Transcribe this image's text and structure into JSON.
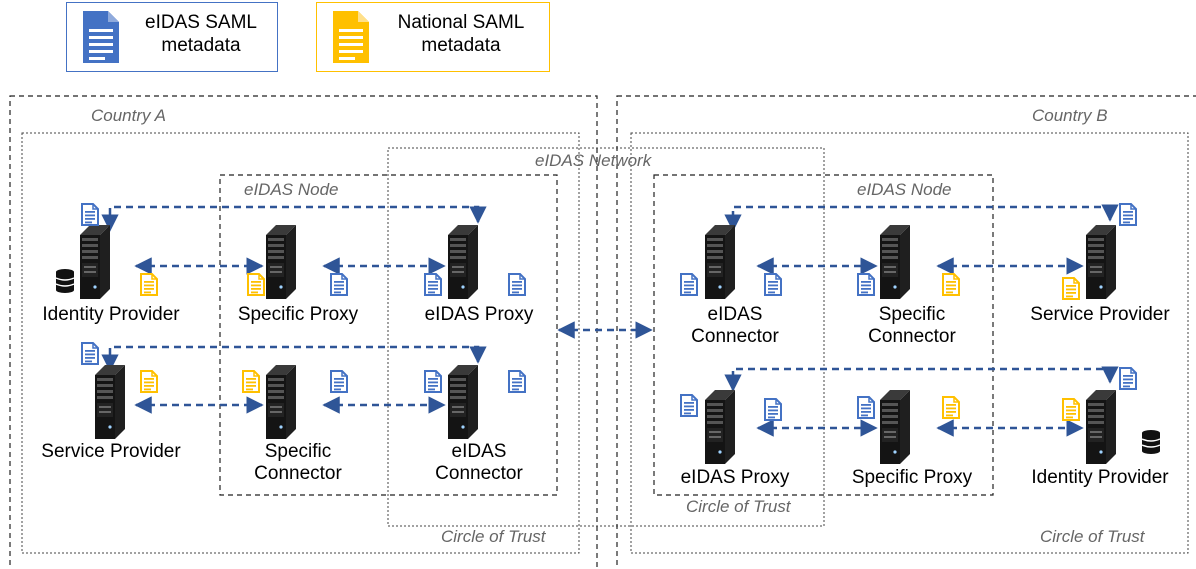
{
  "legend": {
    "eidas": {
      "line1": "eIDAS SAML",
      "line2": "metadata",
      "color": "#4472C4"
    },
    "national": {
      "line1": "National SAML",
      "line2": "metadata",
      "color": "#FFC000"
    }
  },
  "regions": {
    "country_a": "Country A",
    "country_b": "Country B",
    "eidas_network": "eIDAS Network",
    "node_a": "eIDAS Node",
    "node_b": "eIDAS Node",
    "cot_a": "Circle of Trust",
    "cot_b": "Circle of Trust",
    "cot_network": "Circle of Trust"
  },
  "country_a": {
    "identity_provider": "Identity Provider",
    "specific_proxy": "Specific Proxy",
    "eidas_proxy": "eIDAS Proxy",
    "service_provider": "Service Provider",
    "specific_connector": [
      "Specific",
      "Connector"
    ],
    "eidas_connector": [
      "eIDAS",
      "Connector"
    ]
  },
  "country_b": {
    "eidas_connector": [
      "eIDAS",
      "Connector"
    ],
    "specific_connector": [
      "Specific",
      "Connector"
    ],
    "service_provider": "Service Provider",
    "eidas_proxy": "eIDAS Proxy",
    "specific_proxy": "Specific Proxy",
    "identity_provider": "Identity Provider"
  },
  "colors": {
    "arrow": "#2F5597",
    "eidas_doc": "#4472C4",
    "national_doc": "#FFC000",
    "server_dark": "#141414"
  }
}
